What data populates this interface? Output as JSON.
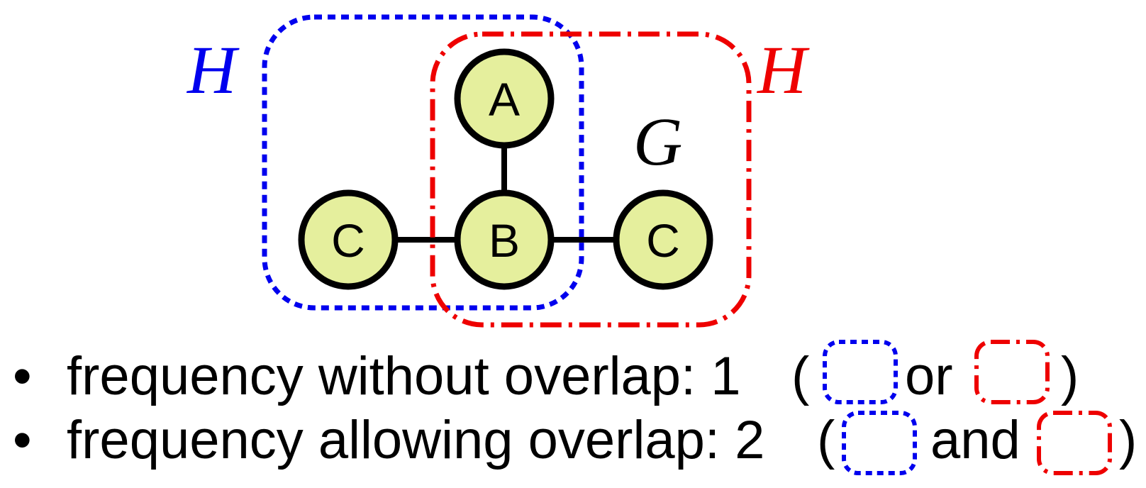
{
  "colors": {
    "blue": "#0000ee",
    "red": "#ee0000",
    "node_fill": "#e5ef9d",
    "stroke": "#000000"
  },
  "labels": {
    "blue_h": "H",
    "red_h": "H",
    "g": "G"
  },
  "nodes": {
    "a": "A",
    "b": "B",
    "c_left": "C",
    "c_right": "C"
  },
  "bullets": [
    {
      "mark": "•",
      "text": "frequency without overlap: 1",
      "open_paren": "(",
      "conjunction": "or",
      "close_paren": ")"
    },
    {
      "mark": "•",
      "text": "frequency allowing overlap: 2",
      "open_paren": "(",
      "conjunction": "and",
      "close_paren": ")"
    }
  ]
}
